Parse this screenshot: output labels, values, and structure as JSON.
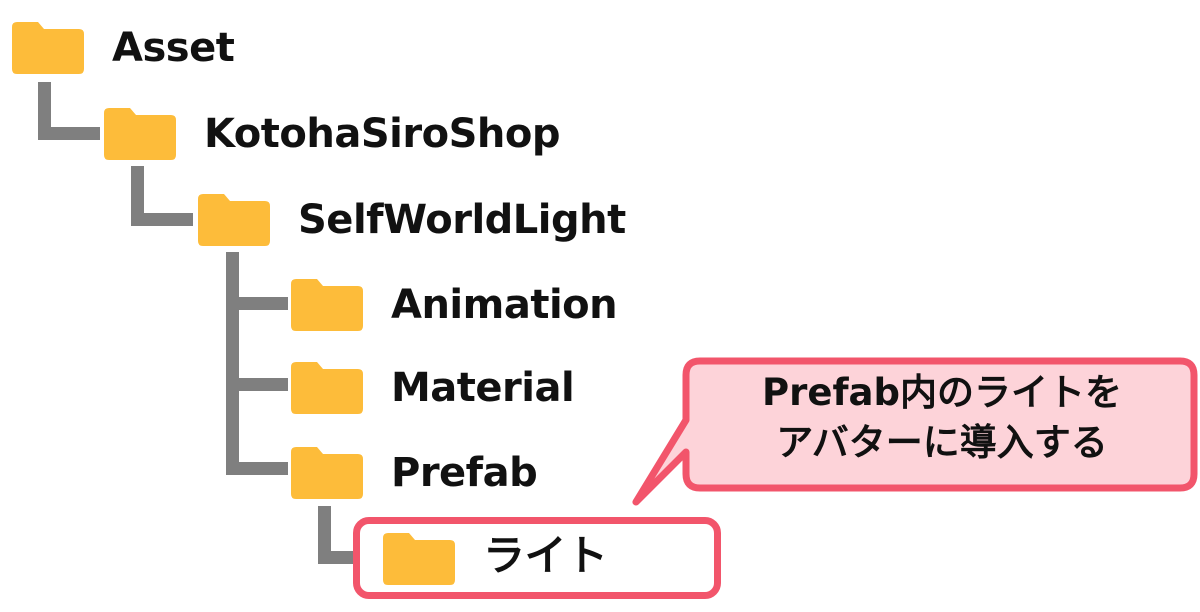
{
  "tree": {
    "nodes": [
      {
        "id": "asset",
        "label": "Asset"
      },
      {
        "id": "kotohasiroshop",
        "label": "KotohaSiroShop"
      },
      {
        "id": "selfworldlight",
        "label": "SelfWorldLight"
      },
      {
        "id": "animation",
        "label": "Animation"
      },
      {
        "id": "material",
        "label": "Material"
      },
      {
        "id": "prefab",
        "label": "Prefab"
      },
      {
        "id": "light",
        "label": "ライト"
      }
    ]
  },
  "callout": {
    "line1": "Prefab内のライトを",
    "line2": "アバターに導入する"
  },
  "colors": {
    "folder": "#fdbc3a",
    "connector": "#7f7f7f",
    "highlight_border": "#f2556b",
    "callout_fill": "#fdd3d9"
  },
  "icons": {
    "folder": "folder-icon"
  }
}
